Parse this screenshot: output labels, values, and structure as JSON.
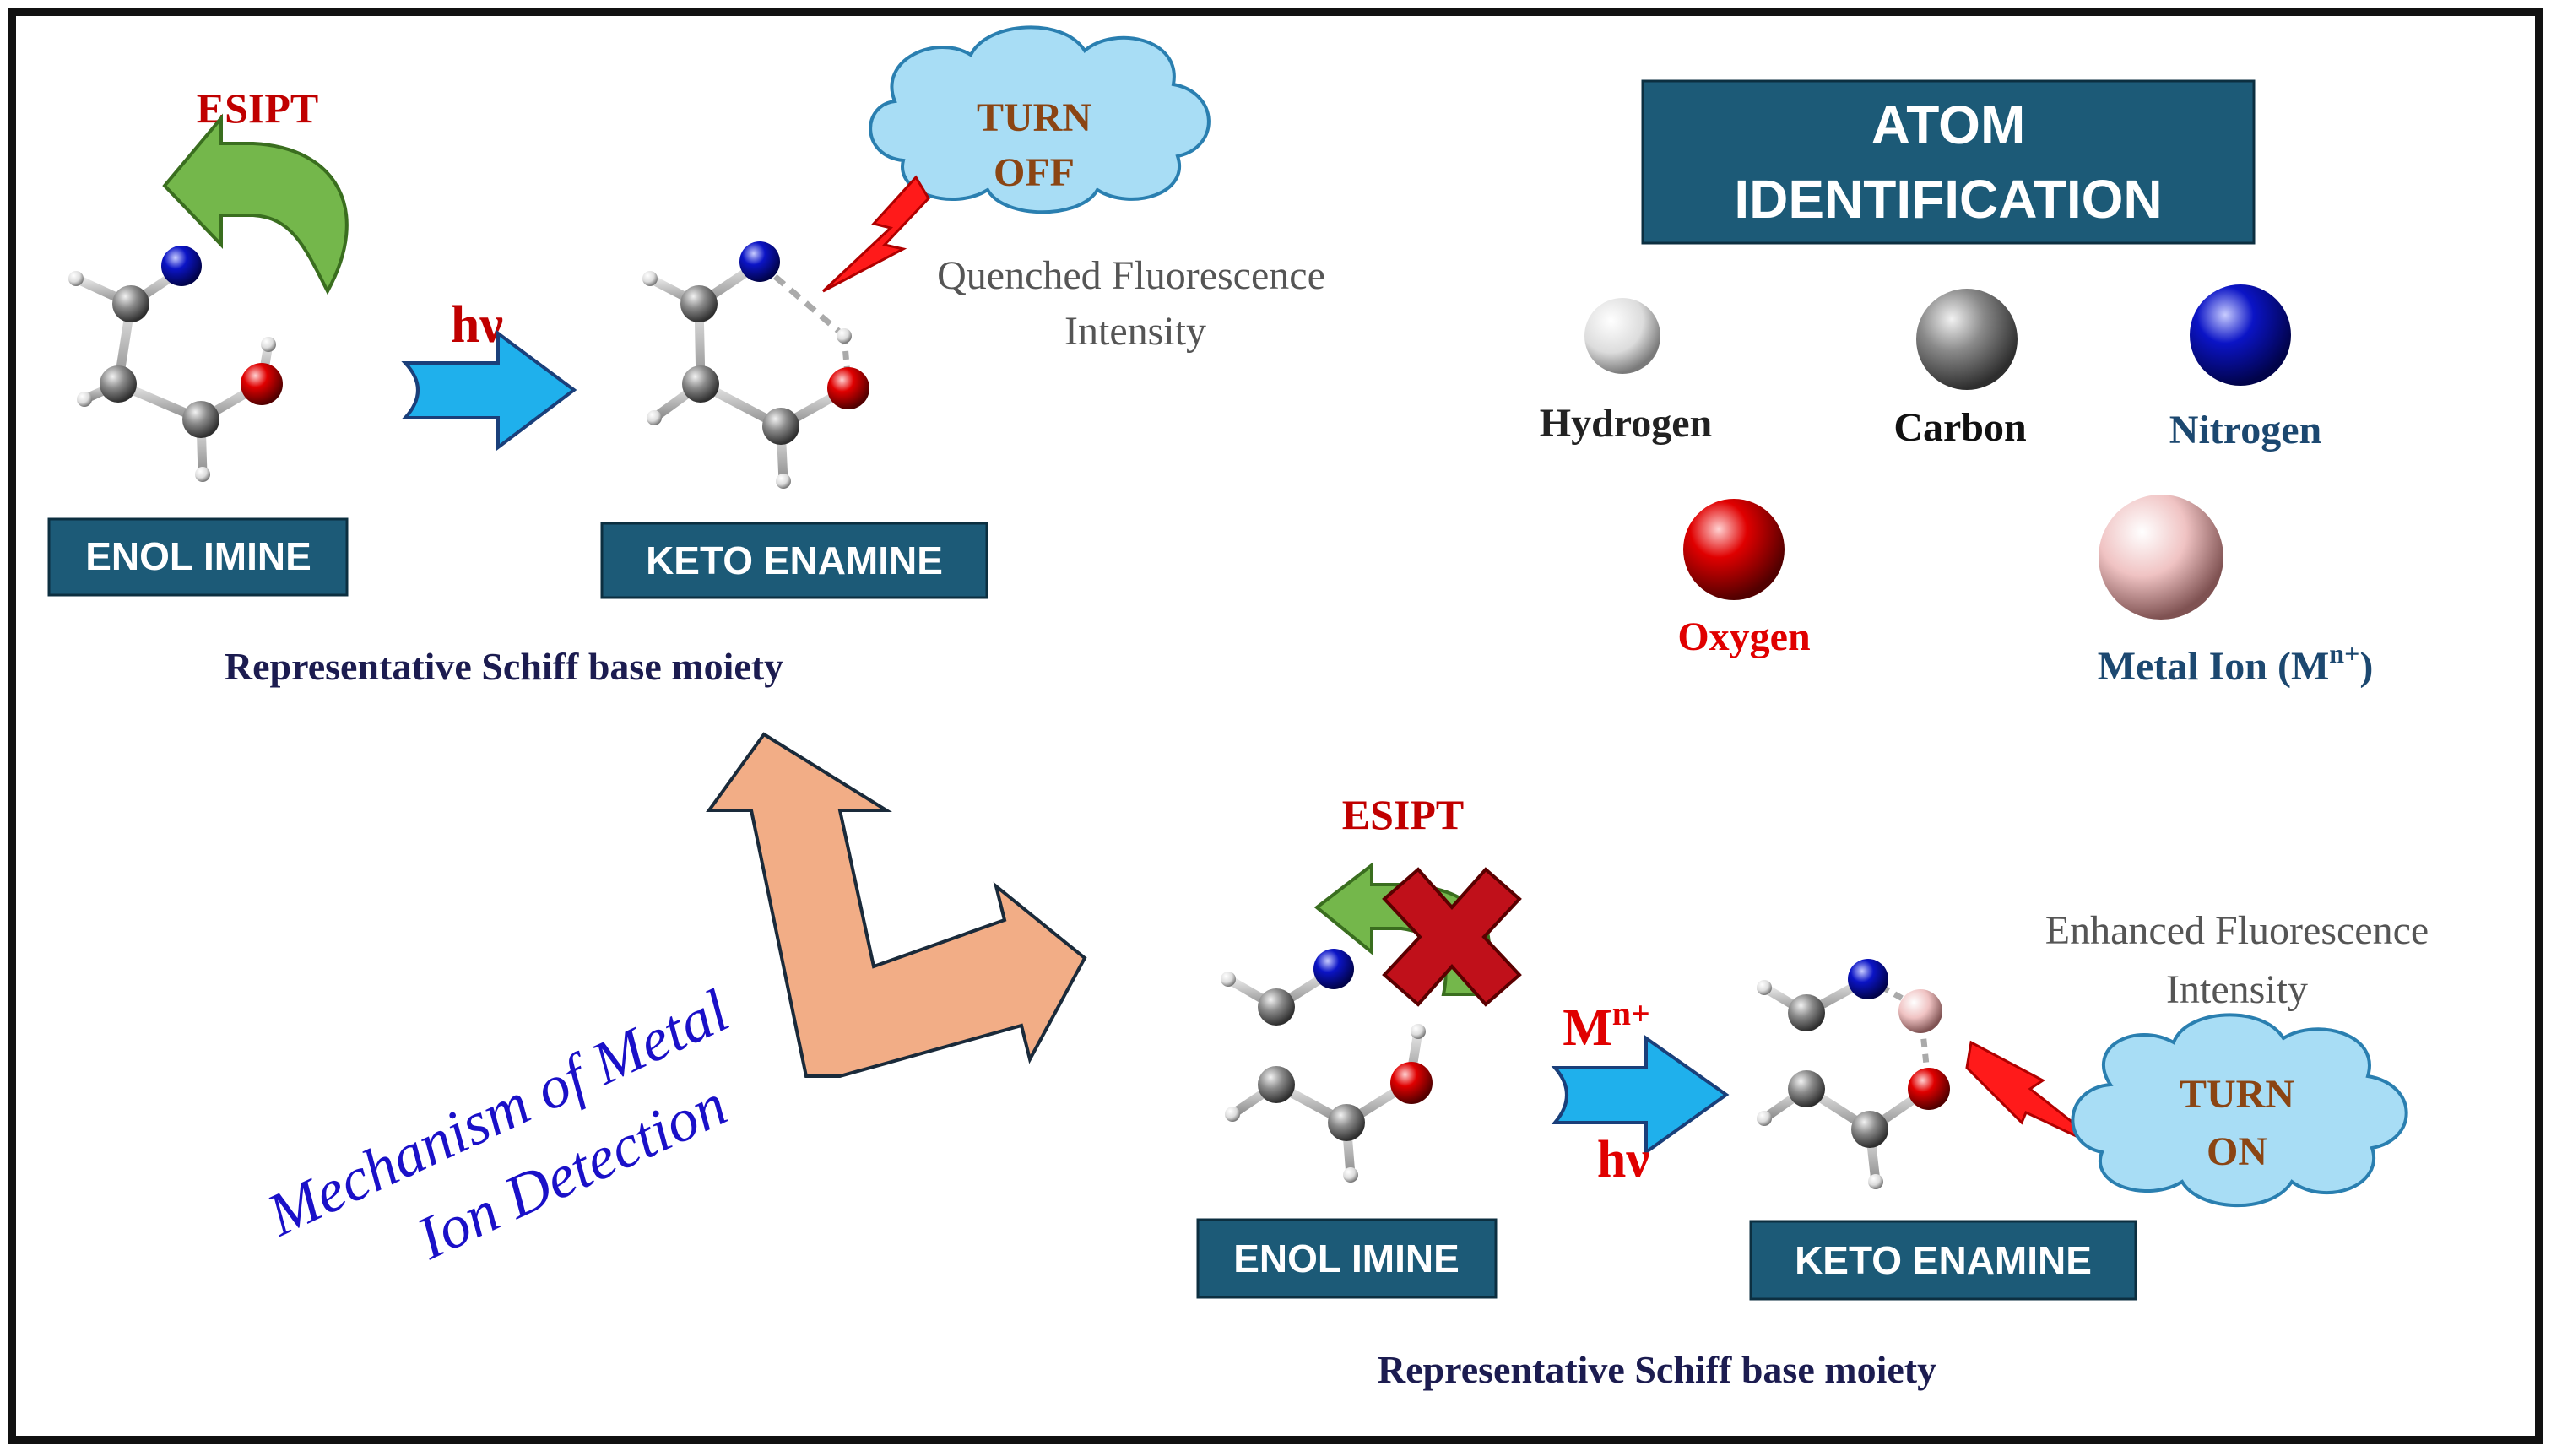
{
  "colors": {
    "frame": "#111111",
    "label_box": "#1c5a77",
    "label_text": "#ffffff",
    "esipt_red": "#c00000",
    "turn_text": "#8b4513",
    "cloud_fill": "#a8ddf5",
    "cloud_stroke": "#2a7fb0",
    "arrow_fill": "#1fb0ec",
    "arrow_stroke": "#1a3f7a",
    "green_arrow": "#74b74b",
    "lightning": "#ff1a1a",
    "peach_arrow": "#f2ad86",
    "italic_blue": "#1a10c8",
    "hydrogen": "#f2f2f2",
    "carbon": "#8a8a8a",
    "nitrogen": "#0b14c6",
    "oxygen": "#e00000",
    "metal": "#f0c3c3"
  },
  "top_panel": {
    "esipt": "ESIPT",
    "hv": "hν",
    "cloud": {
      "line1": "TURN",
      "line2": "OFF"
    },
    "note": {
      "line1": "Quenched Fluorescence",
      "line2": "Intensity"
    },
    "enol_label": "ENOL IMINE",
    "keto_label": "KETO ENAMINE",
    "caption": "Representative Schiff base moiety"
  },
  "legend": {
    "title_line1": "ATOM",
    "title_line2": "IDENTIFICATION",
    "atoms": [
      {
        "name": "Hydrogen",
        "icon": "hydrogen-sphere"
      },
      {
        "name": "Carbon",
        "icon": "carbon-sphere"
      },
      {
        "name": "Nitrogen",
        "icon": "nitrogen-sphere"
      },
      {
        "name": "Oxygen",
        "icon": "oxygen-sphere"
      },
      {
        "name": "Metal Ion (M",
        "sup": "n+",
        "tail": ")",
        "icon": "metal-sphere"
      }
    ]
  },
  "bottom_panel": {
    "esipt": "ESIPT",
    "reagent": "M",
    "reagent_sup": "n+",
    "hv": "hν",
    "note": {
      "line1": "Enhanced Fluorescence",
      "line2": "Intensity"
    },
    "cloud": {
      "line1": "TURN",
      "line2": "ON"
    },
    "enol_label": "ENOL IMINE",
    "keto_label": "KETO ENAMINE",
    "caption": "Representative Schiff base moiety"
  },
  "mechanism": {
    "line1": "Mechanism of Metal",
    "line2": "Ion Detection"
  }
}
